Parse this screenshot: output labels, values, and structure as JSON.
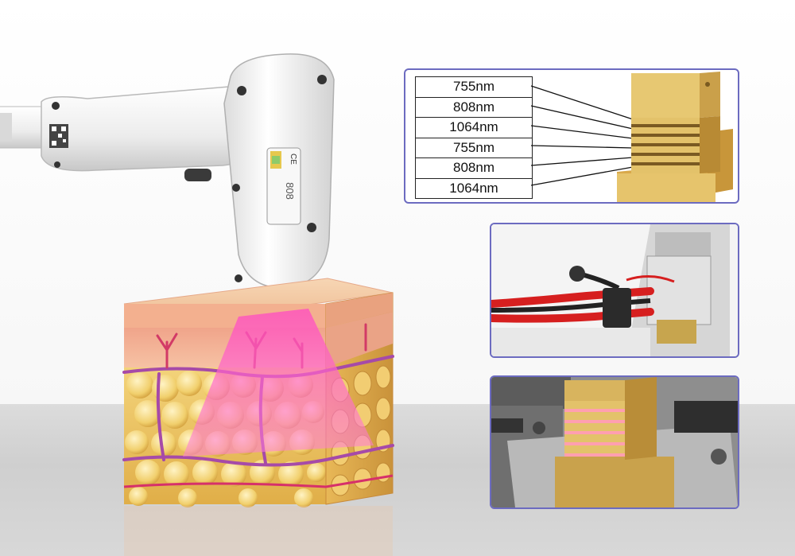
{
  "wavelength_labels": [
    "755nm",
    "808nm",
    "1064nm",
    "755nm",
    "808nm",
    "1064nm"
  ],
  "handpiece_window_text": "808",
  "handpiece_mark_text": "CE",
  "colors": {
    "panel_border": "#6c6bc0",
    "gold": "#e3c26a",
    "skin": "#f2c29a",
    "fat": "#f0cf6e",
    "laser_pink": "#ff5fc8",
    "cable_red": "#d61f1f"
  }
}
